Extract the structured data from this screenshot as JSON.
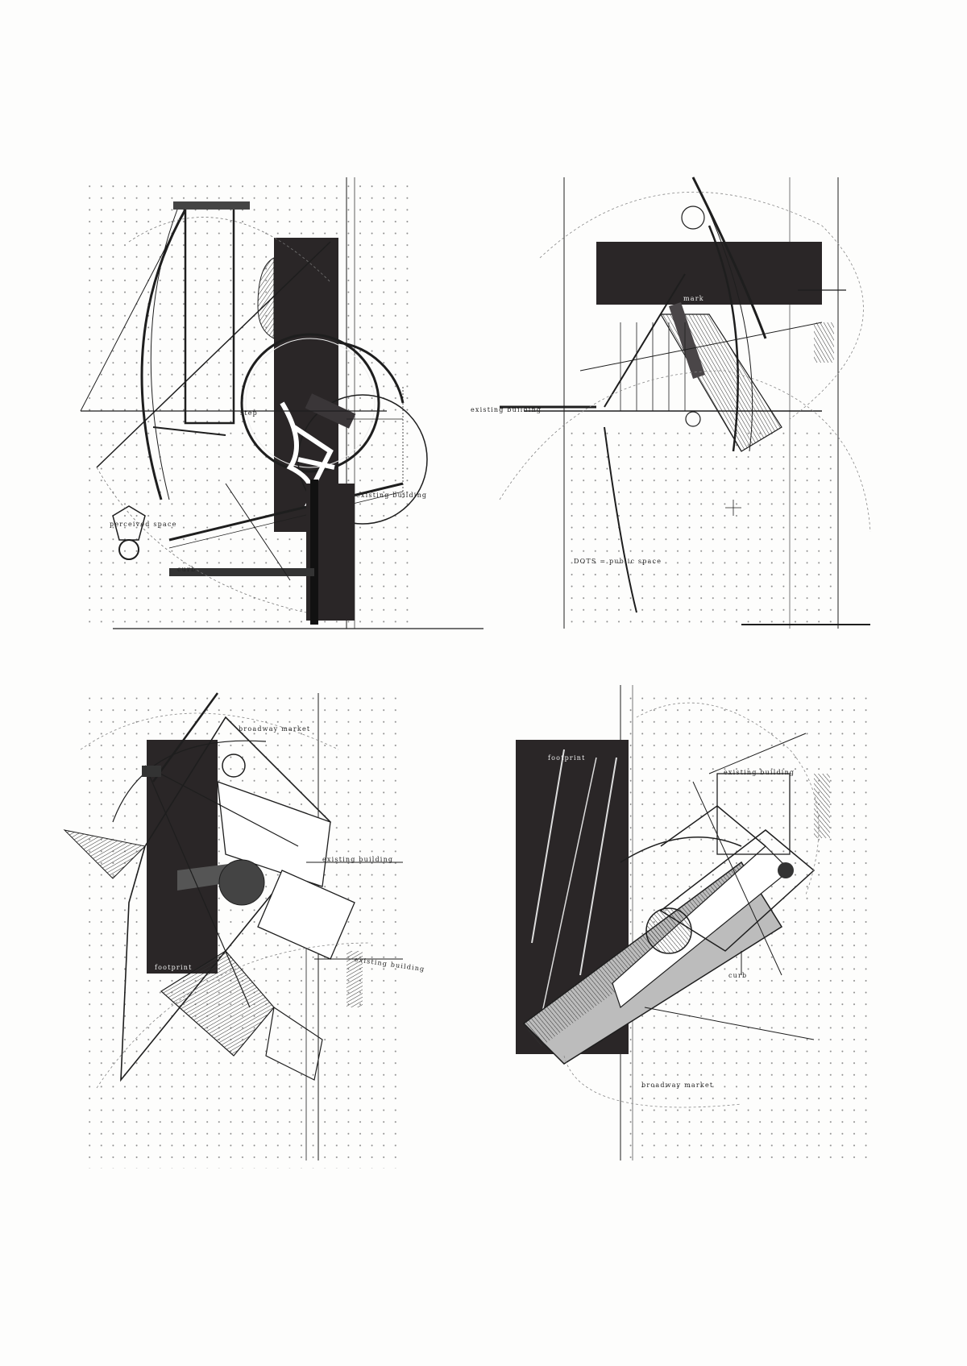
{
  "panels": [
    {
      "labels": {
        "perceived_space": "perceived space",
        "existing_building": "existing building",
        "curb": "curb",
        "step": "step"
      }
    },
    {
      "labels": {
        "dots_public_space": "DOTS = public space",
        "existing_building": "existing building",
        "mark": "mark"
      }
    },
    {
      "labels": {
        "broadway_market": "broadway market",
        "existing_building_a": "existing building",
        "existing_building_b": "existing building",
        "footprint": "footprint"
      }
    },
    {
      "labels": {
        "existing_building": "existing building",
        "curb": "curb",
        "broadway_market": "broadway market",
        "footprint": "footprint"
      }
    }
  ],
  "colors": {
    "ink": "#1e1e1e",
    "dark_fill": "#2a2627",
    "grid_dot": "#8a8a8a",
    "paper": "#fdfdfc"
  }
}
